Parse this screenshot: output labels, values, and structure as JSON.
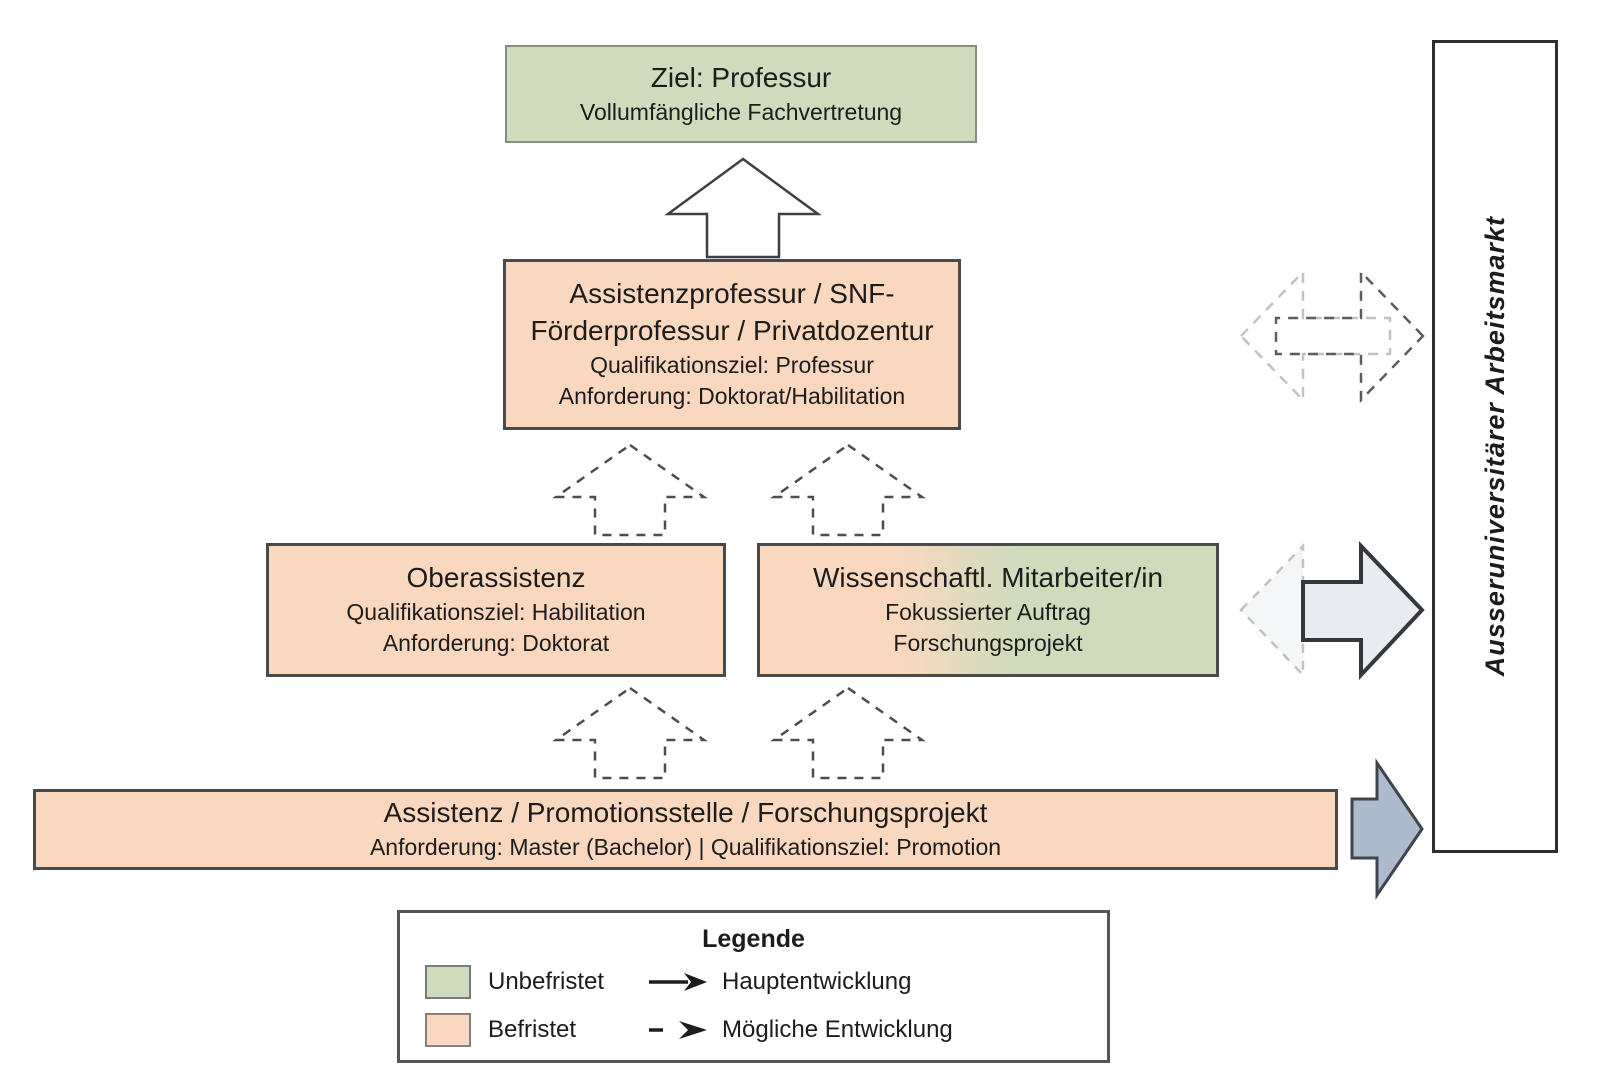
{
  "colors": {
    "green": "#ccdcbd",
    "orange": "#f9d8bf",
    "box_border_dark": "#4a4a4a",
    "green_border": "#878c80",
    "arrow_solid_fill": "#e8ebef",
    "arrow_solid_border": "#34373d",
    "arrow_blue_fill": "#adbbcd",
    "arrow_blue_border": "#40444c",
    "dash_dark": "#4d4d4d",
    "dash_light": "#c0c2c6",
    "dash_mid": "#5a5d63",
    "text": "#1c1c1c"
  },
  "boxes": {
    "goal": {
      "title": "Ziel: Professur",
      "subtitle": "Vollumfängliche Fachvertretung"
    },
    "assistenzprofessur": {
      "title_line1": "Assistenzprofessur / SNF-",
      "title_line2": "Förderprofessur / Privatdozentur",
      "qualifikationsziel": "Qualifikationsziel: Professur",
      "anforderung": "Anforderung: Doktorat/Habilitation"
    },
    "oberassistenz": {
      "title": "Oberassistenz",
      "qualifikationsziel": "Qualifikationsziel: Habilitation",
      "anforderung": "Anforderung: Doktorat"
    },
    "mitarbeiter": {
      "title": "Wissenschaftl. Mitarbeiter/in",
      "line2": "Fokussierter Auftrag",
      "line3": "Forschungsprojekt"
    },
    "assistenz": {
      "title": "Assistenz / Promotionsstelle / Forschungsprojekt",
      "subtitle": "Anforderung: Master (Bachelor) | Qualifikationsziel: Promotion"
    }
  },
  "sidebar": {
    "label": "Ausseruniversitärer Arbeitsmarkt"
  },
  "legend": {
    "title": "Legende",
    "unbefristet": "Unbefristet",
    "befristet": "Befristet",
    "hauptentwicklung": "Hauptentwicklung",
    "moegliche_entwicklung": "Mögliche Entwicklung"
  }
}
